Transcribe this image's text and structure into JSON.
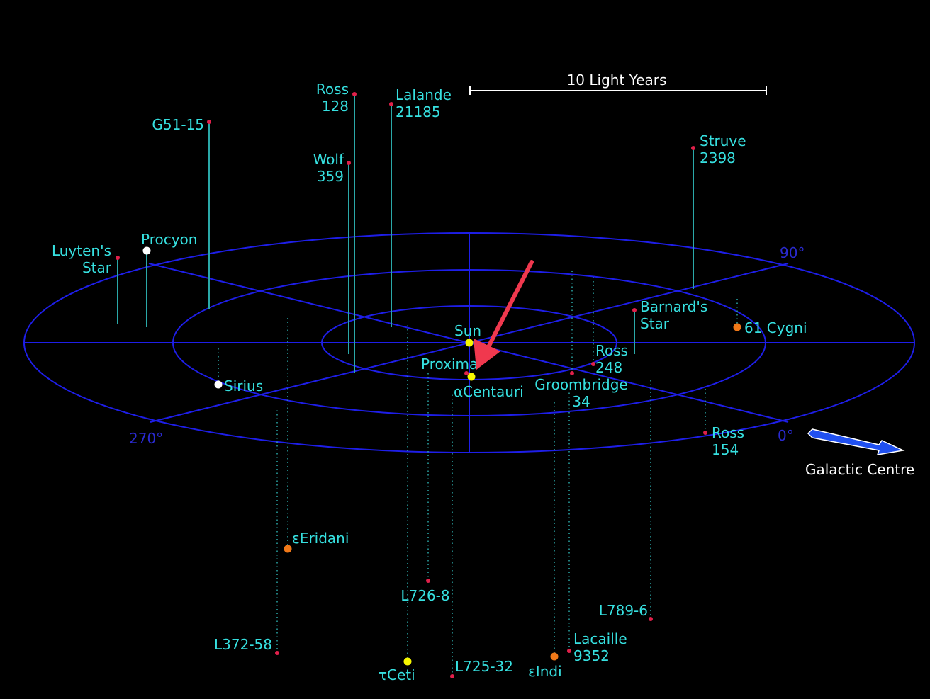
{
  "scale_label": "10 Light Years",
  "galactic_centre_label": "Galactic Centre",
  "degrees": {
    "d90": "90°",
    "d0": "0°",
    "d270": "270°"
  },
  "colors": {
    "background": "#000000",
    "grid": "#1e1ee8",
    "label": "#36e0e0",
    "stem": "#2aa8a8",
    "red_dwarf": "#e0204a",
    "yellow_star": "#f7f700",
    "white_star": "#ffffff",
    "orange_star": "#f07818",
    "arrow_red": "#f0384e",
    "galactic_arrow": "#2050f0"
  },
  "stars": [
    {
      "id": "sun",
      "lines": [
        "Sun"
      ],
      "color": "yellow"
    },
    {
      "id": "proxima",
      "lines": [
        "Proxima"
      ],
      "color": "red"
    },
    {
      "id": "alpha-centauri",
      "lines": [
        "αCentauri"
      ],
      "color": "yellow"
    },
    {
      "id": "barnards-star",
      "lines": [
        "Barnard's",
        "Star"
      ],
      "color": "red"
    },
    {
      "id": "wolf-359",
      "lines": [
        "Wolf",
        "359"
      ],
      "color": "red"
    },
    {
      "id": "lalande-21185",
      "lines": [
        "Lalande",
        "21185"
      ],
      "color": "red"
    },
    {
      "id": "sirius",
      "lines": [
        "Sirius"
      ],
      "color": "white"
    },
    {
      "id": "ross-154",
      "lines": [
        "Ross",
        "154"
      ],
      "color": "red"
    },
    {
      "id": "ross-248",
      "lines": [
        "Ross",
        "248"
      ],
      "color": "red"
    },
    {
      "id": "epsilon-eridani",
      "lines": [
        "εEridani"
      ],
      "color": "orange"
    },
    {
      "id": "ross-128",
      "lines": [
        "Ross",
        "128"
      ],
      "color": "red"
    },
    {
      "id": "61-cygni",
      "lines": [
        "61 Cygni"
      ],
      "color": "orange"
    },
    {
      "id": "procyon",
      "lines": [
        "Procyon"
      ],
      "color": "white"
    },
    {
      "id": "struve-2398",
      "lines": [
        "Struve",
        "2398"
      ],
      "color": "red"
    },
    {
      "id": "groombridge-34",
      "lines": [
        "Groombridge",
        "34"
      ],
      "color": "red"
    },
    {
      "id": "epsilon-indi",
      "lines": [
        "εIndi"
      ],
      "color": "orange"
    },
    {
      "id": "tau-ceti",
      "lines": [
        "τCeti"
      ],
      "color": "yellow"
    },
    {
      "id": "l372-58",
      "lines": [
        "L372-58"
      ],
      "color": "red"
    },
    {
      "id": "l725-32",
      "lines": [
        "L725-32"
      ],
      "color": "red"
    },
    {
      "id": "lacaille-9352",
      "lines": [
        "Lacaille",
        "9352"
      ],
      "color": "red"
    },
    {
      "id": "l726-8",
      "lines": [
        "L726-8"
      ],
      "color": "red"
    },
    {
      "id": "l789-6",
      "lines": [
        "L789-6"
      ],
      "color": "red"
    },
    {
      "id": "g51-15",
      "lines": [
        "G51-15"
      ],
      "color": "red"
    },
    {
      "id": "luytens-star",
      "lines": [
        "Luyten's",
        "Star"
      ],
      "color": "red"
    }
  ]
}
